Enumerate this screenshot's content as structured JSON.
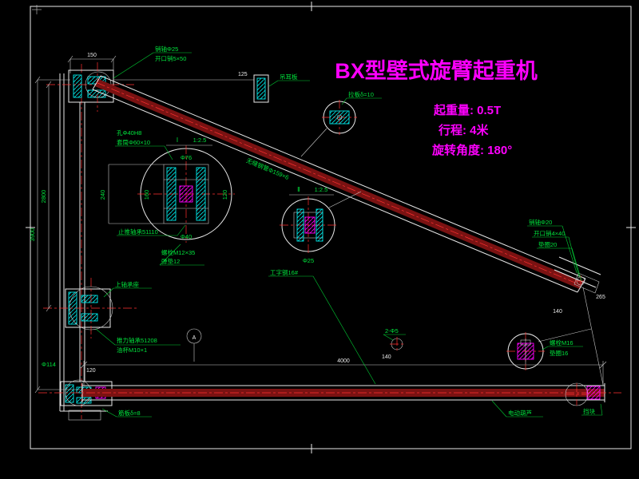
{
  "title": "BX型壁式旋臂起重机",
  "specs": {
    "capacity": "起重量: 0.5T",
    "travel": "行程: 4米",
    "rotation": "旋转角度: 180°"
  },
  "colors": {
    "background": "#000000",
    "line": "#e8e8e8",
    "centerline": "#ff3030",
    "steel_section": "#7a1212",
    "hatch_cyan": "#00e8e8",
    "hatch_magenta": "#ff00ff",
    "dimension_text": "#00e33c",
    "title_text": "#ff00ff"
  },
  "labels": {
    "dimTotalHeight": "3900",
    "dimHinge": "2800",
    "dimSpan": "4000",
    "dimTop": "150",
    "dim125": "125",
    "dim120": "120",
    "dim265": "265",
    "rodDim": "140",
    "leftDim": "Φ114",
    "det1Label": "Ⅰ",
    "det1Scale": "1:2.5",
    "det2Label": "Ⅱ",
    "det2Scale": "1:2.5",
    "c1DimTop": "Φ76",
    "c1DimBot": "Φ40",
    "c1DimLeft": "160",
    "c1DimRight": "120",
    "c1Dim240": "240",
    "c1Note1": "孔Φ40H8",
    "c1Note2": "套筒Φ60×10",
    "c1Note3": "止推轴承51110",
    "c1Note4": "螺栓M12×35",
    "c1Note5": "弹垫12",
    "c2Dim": "Φ25",
    "c5Note": "拉板δ=10",
    "topNote1": "销轴Φ25",
    "topNote2": "开口销5×50",
    "lugNote": "吊耳板",
    "armSpec": "无缝钢管Φ159×6",
    "beamSpec": "工字钢16#",
    "rtNote1": "销轴Φ20",
    "rtNote2": "开口销4×40",
    "rtNote3": "垫圈20",
    "c6Note1": "螺栓M16",
    "c6Note2": "垫圈16",
    "boltNote": "2-Φ5",
    "dim140b": "140",
    "balloonA": "A",
    "midNote1": "上轴承座",
    "midNote2": "推力轴承51208",
    "midNote3": "油杯M10×1",
    "blNote": "筋板δ=8",
    "bNote1": "电动葫芦",
    "bNote2": "挡块"
  }
}
